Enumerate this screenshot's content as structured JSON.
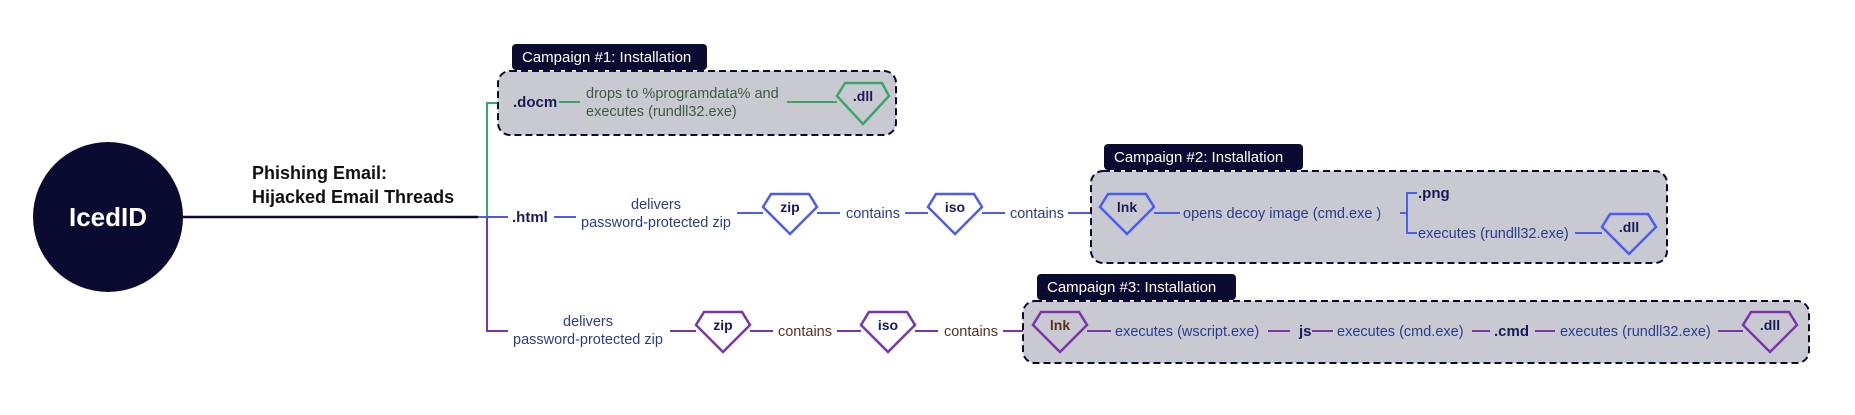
{
  "colors": {
    "navy": "#0b0a30",
    "green": "#3aa66a",
    "blue": "#4b5cf0",
    "purple": "#7a35a8",
    "box": "#c9c9d2",
    "text_navy": "#1a1a5a",
    "text_green": "#3c5c3c",
    "text_blue": "#2c3c8c",
    "text_brown": "#5a3020"
  },
  "hub": {
    "label": "IcedID"
  },
  "phishing": {
    "line1": "Phishing Email:",
    "line2": "Hijacked Email Threads"
  },
  "campaign1": {
    "title": "Campaign #1: Installation",
    "file": ".docm",
    "action_line1": "drops to %programdata% and",
    "action_line2": "executes (rundll32.exe)",
    "payload": ".dll"
  },
  "campaign2": {
    "title": "Campaign #2: Installation",
    "file": ".html",
    "delivers_line1": "delivers",
    "delivers_line2": "password-protected zip",
    "zip": "zip",
    "contains1": "contains",
    "iso": "iso",
    "contains2": "contains",
    "lnk": "lnk",
    "opens": "opens decoy image (cmd.exe )",
    "png": ".png",
    "executes": "executes (rundll32.exe)",
    "payload": ".dll"
  },
  "campaign3": {
    "title": "Campaign #3: Installation",
    "delivers_line1": "delivers",
    "delivers_line2": "password-protected zip",
    "zip": "zip",
    "contains1": "contains",
    "iso": "iso",
    "contains2": "contains",
    "lnk": "lnk",
    "exec_wscript": "executes (wscript.exe)",
    "js": "js",
    "exec_cmd": "executes (cmd.exe)",
    "cmd": ".cmd",
    "exec_rundll": "executes (rundll32.exe)",
    "payload": ".dll"
  }
}
